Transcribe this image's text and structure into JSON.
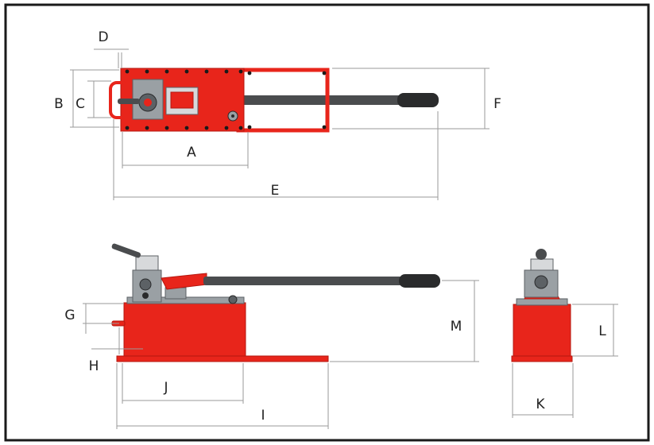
{
  "labels": {
    "A": "A",
    "B": "B",
    "C": "C",
    "D": "D",
    "E": "E",
    "F": "F",
    "G": "G",
    "H": "H",
    "I": "I",
    "J": "J",
    "K": "K",
    "L": "L",
    "M": "M"
  },
  "colors": {
    "body_red": "#e8251b",
    "red_dark": "#b5170f",
    "handle": "#4a4c4e",
    "grip": "#2a2b2c",
    "metal": "#9aa0a4",
    "metal_dark": "#5c6165",
    "border": "#1a1a1a",
    "dim_line": "#9a9a9a"
  }
}
